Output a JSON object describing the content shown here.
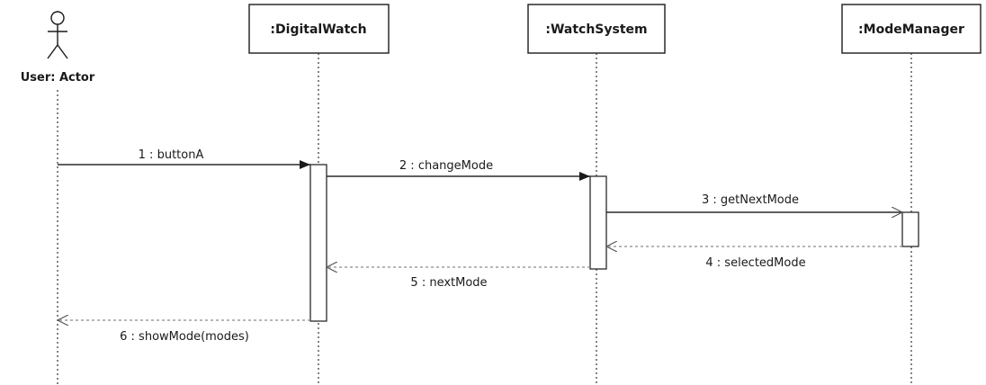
{
  "diagram": {
    "actor": {
      "label": "User: Actor"
    },
    "lifelines": [
      {
        "label": ":DigitalWatch"
      },
      {
        "label": ":WatchSystem"
      },
      {
        "label": ":ModeManager"
      }
    ],
    "messages": [
      {
        "label": "1 : buttonA",
        "kind": "call"
      },
      {
        "label": "2 : changeMode",
        "kind": "call"
      },
      {
        "label": "3 : getNextMode",
        "kind": "call"
      },
      {
        "label": "4 : selectedMode",
        "kind": "return"
      },
      {
        "label": "5 : nextMode",
        "kind": "return"
      },
      {
        "label": "6 : showMode(modes)",
        "kind": "return"
      }
    ],
    "colors": {
      "line": "#2a2a2a",
      "return_line": "#8a8a8a",
      "box_border": "#2a2a2a",
      "box_fill": "#ffffff"
    }
  }
}
